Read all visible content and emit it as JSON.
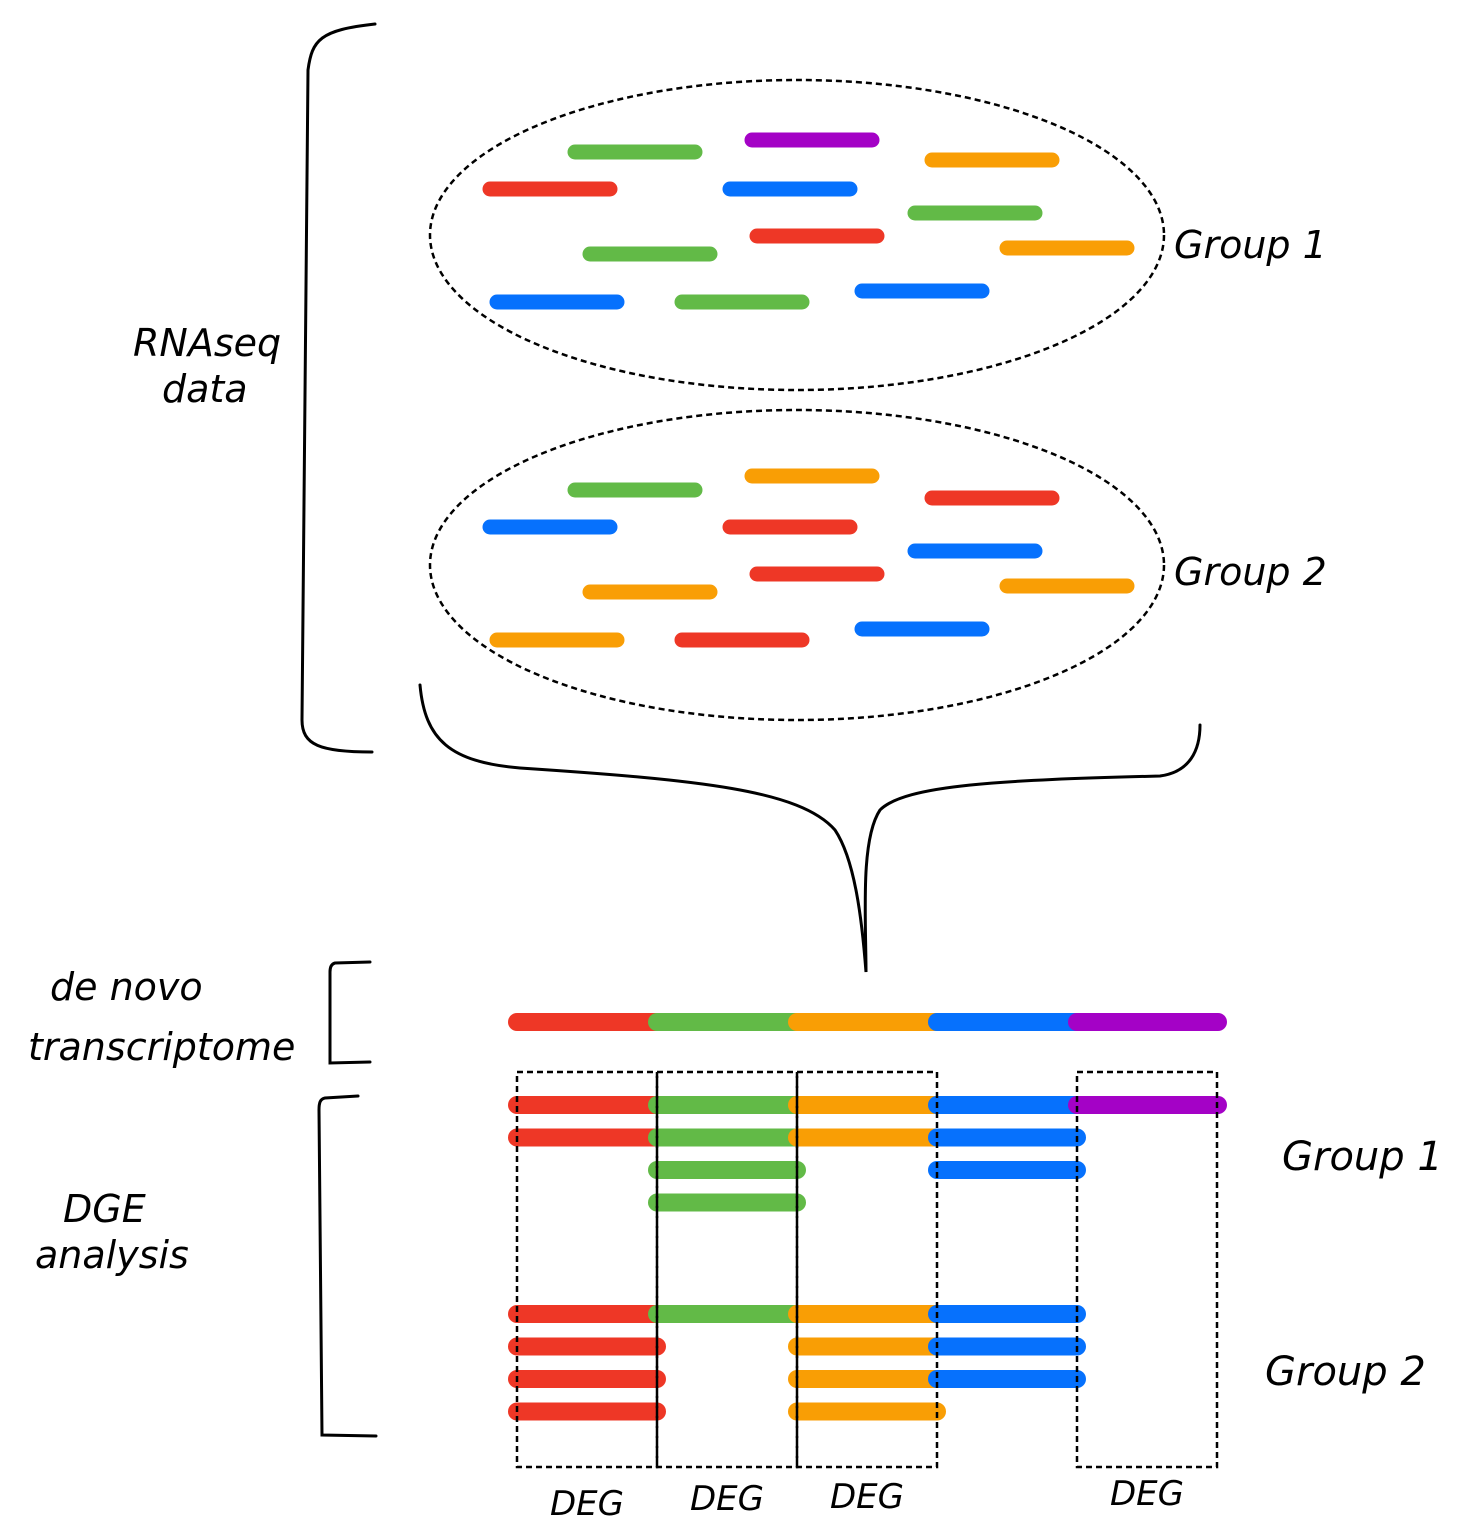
{
  "colors": {
    "red": "#ee3726",
    "green": "#62ba47",
    "orange": "#f99e05",
    "blue": "#0671fd",
    "purple": "#a402c6",
    "ink": "#000000"
  },
  "labels": {
    "rnaseq_line1": "RNAseq",
    "rnaseq_line2": "data",
    "group1_top": "Group 1",
    "group2_top": "Group 2",
    "denovo_line1": "de novo",
    "denovo_line2": "transcriptome",
    "dge_line1": "DGE",
    "dge_line2": "analysis",
    "group1_bottom": "Group 1",
    "group2_bottom": "Group 2"
  },
  "reads_group1": [
    "green",
    "purple",
    "orange",
    "red",
    "blue",
    "green",
    "red",
    "orange",
    "green",
    "blue",
    "green",
    "blue"
  ],
  "reads_group2": [
    "green",
    "orange",
    "red",
    "blue",
    "red",
    "blue",
    "red",
    "orange",
    "orange",
    "orange",
    "red",
    "blue"
  ],
  "transcriptome": [
    "red",
    "green",
    "orange",
    "blue",
    "purple"
  ],
  "dge_group1_rows": [
    [
      "red",
      "green",
      "orange",
      "blue",
      "purple"
    ],
    [
      "red",
      "green",
      "orange",
      "blue"
    ],
    [
      "",
      "green",
      "",
      "blue"
    ],
    [
      "",
      "green"
    ]
  ],
  "dge_group2_rows": [
    [
      "red",
      "green",
      "orange",
      "blue"
    ],
    [
      "red",
      "",
      "orange",
      "blue"
    ],
    [
      "red",
      "",
      "orange",
      "blue"
    ],
    [
      "red",
      "",
      "orange"
    ]
  ],
  "deg_boxes": [
    {
      "segment": 0,
      "label": "DEG"
    },
    {
      "segment": 1,
      "label": "DEG"
    },
    {
      "segment": 2,
      "label": "DEG"
    },
    {
      "segment": 4,
      "label": "DEG"
    }
  ]
}
